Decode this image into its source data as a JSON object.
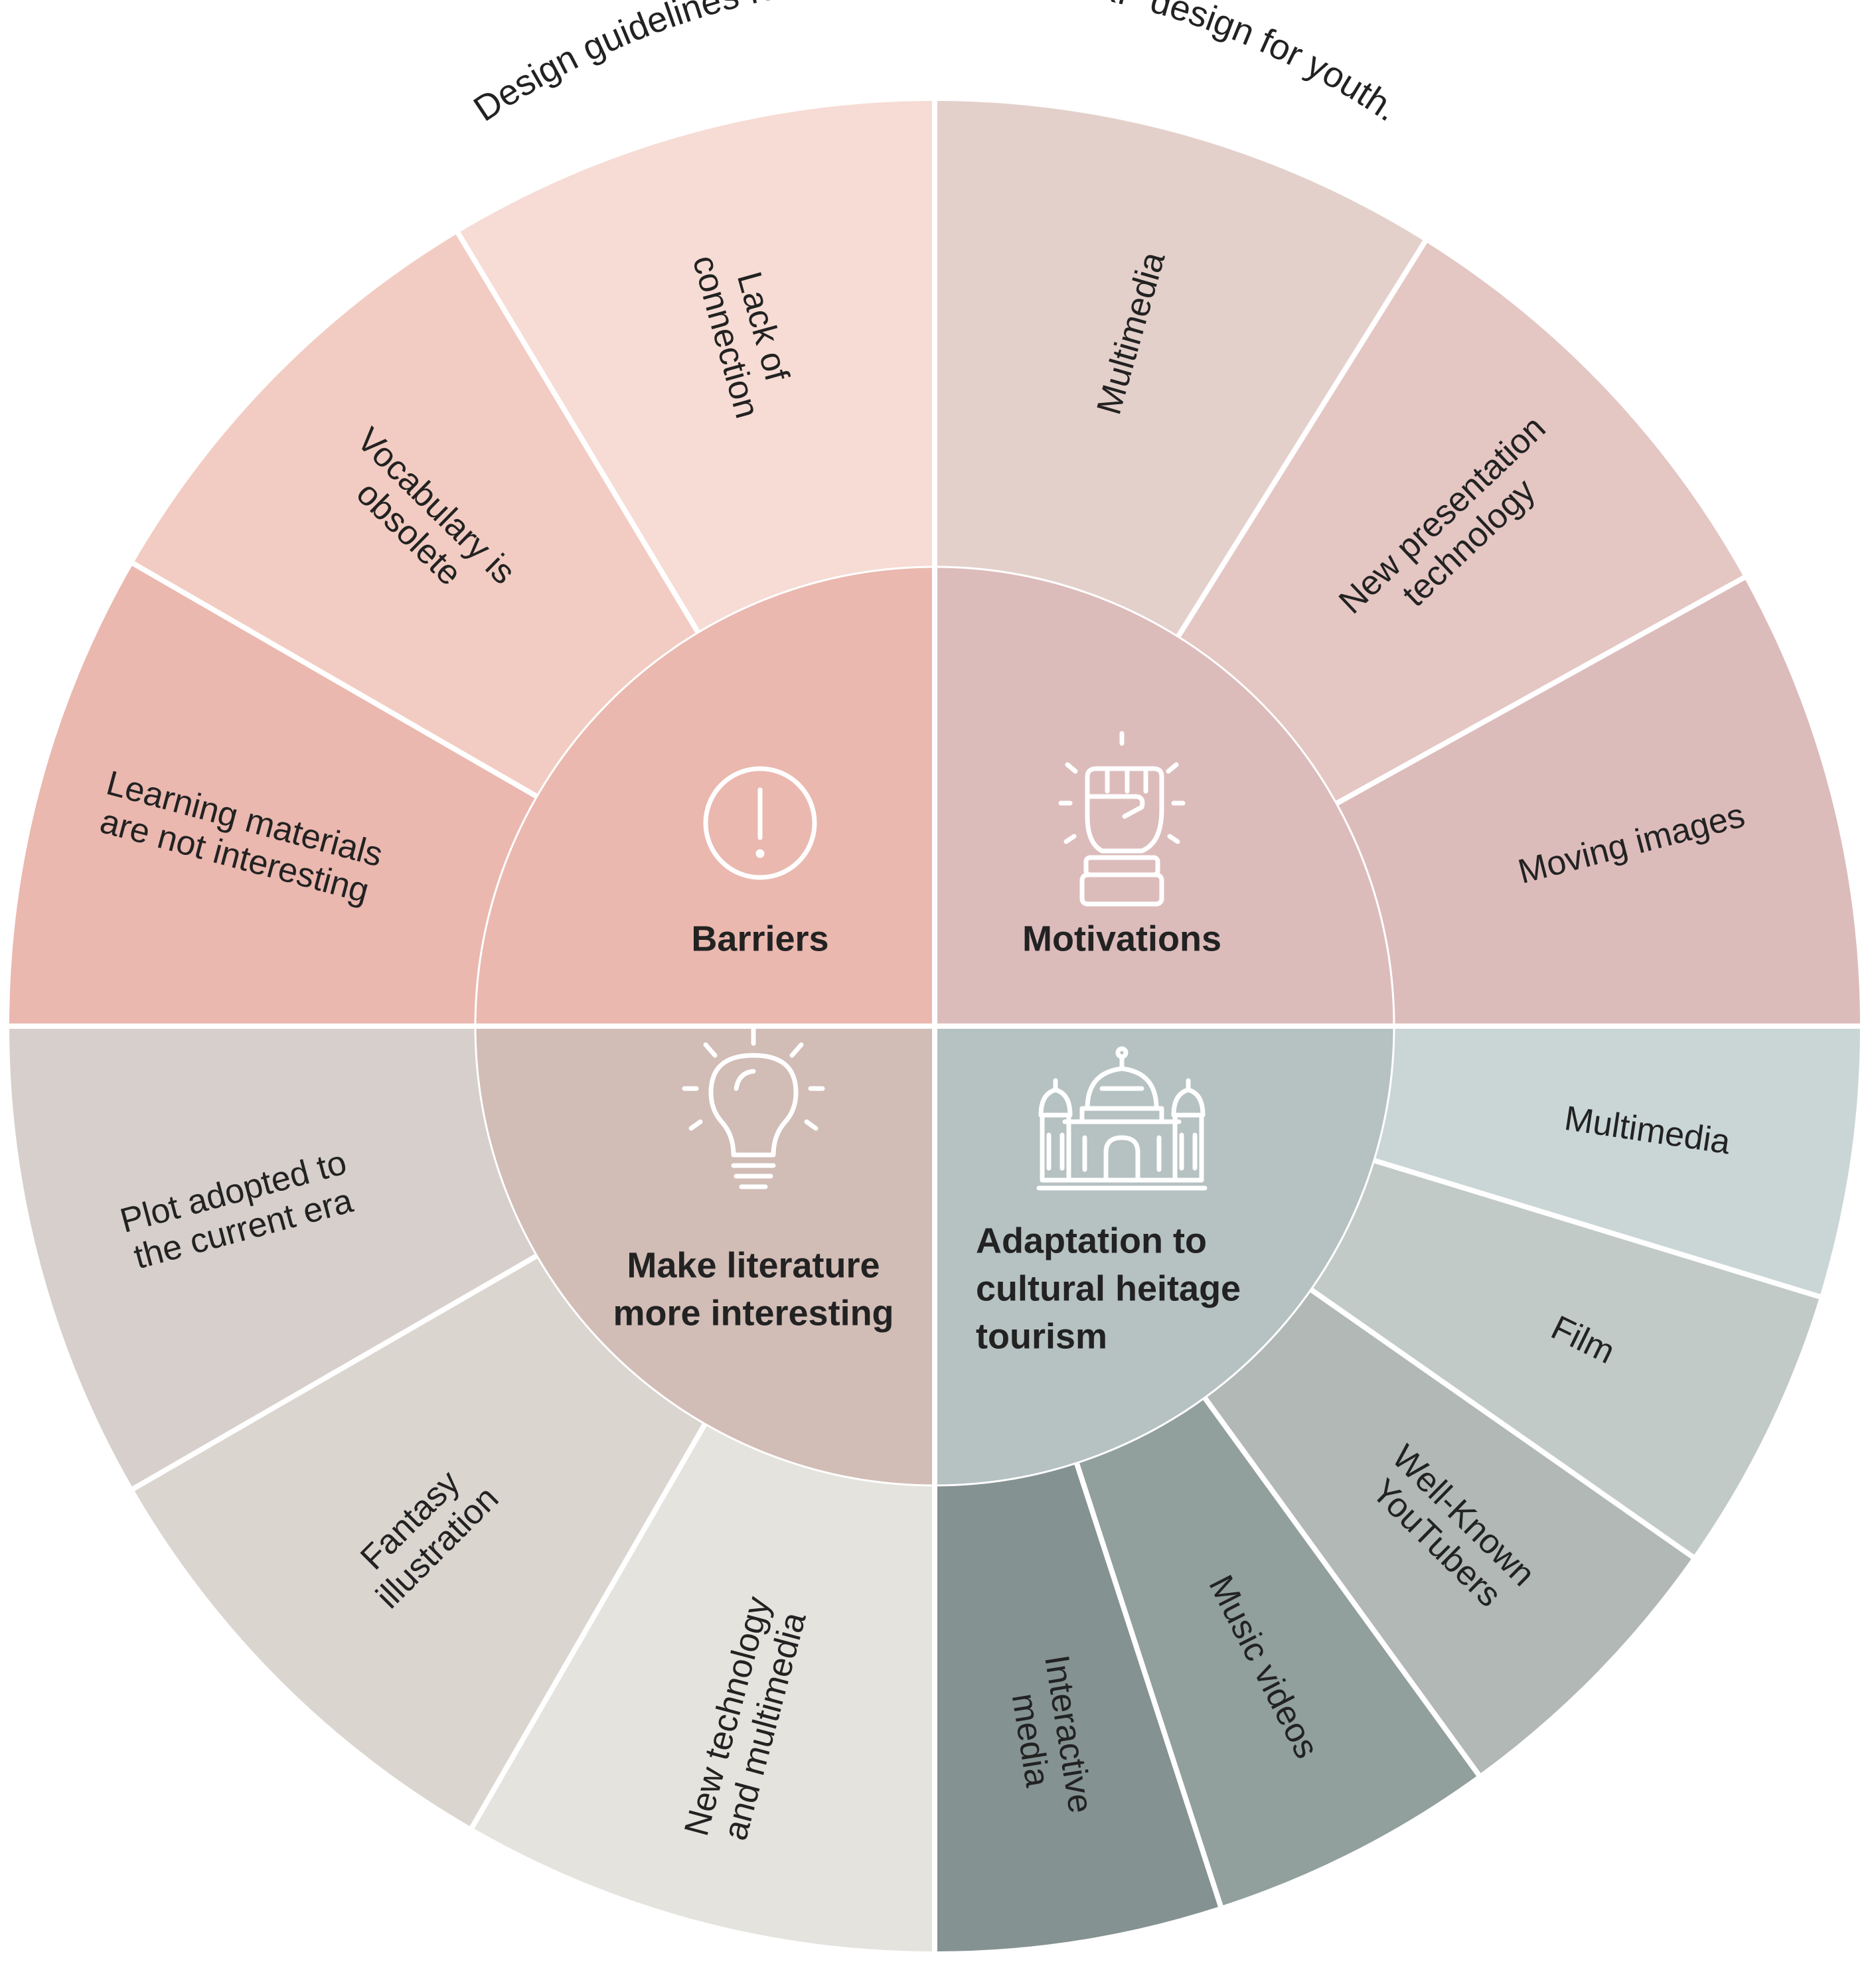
{
  "title": "Design guidelines for the multimedia KCKP design for youth.",
  "quadrants": [
    {
      "id": "barriers",
      "label": "Barriers",
      "icon": "exclamation-circle-icon",
      "color": "#EAB8AF",
      "items": [
        {
          "text": "Learning materials are not interesting",
          "lines": [
            "Learning materials",
            "are not interesting"
          ],
          "color": "#EAB8AF"
        },
        {
          "text": "Vocabulary is obsolete",
          "lines": [
            "Vocabulary is",
            "obsolete"
          ],
          "color": "#F2CCC2"
        },
        {
          "text": "Lack of connection",
          "lines": [
            "Lack of",
            "connection"
          ],
          "color": "#F6DCD4"
        }
      ]
    },
    {
      "id": "motivations",
      "label": "Motivations",
      "icon": "raised-fist-icon",
      "color": "#DCBCBB",
      "items": [
        {
          "text": "Multimedia",
          "lines": [
            "Multimedia"
          ],
          "color": "#E4D0CB"
        },
        {
          "text": "New presentation technology",
          "lines": [
            "New presentation",
            "technology"
          ],
          "color": "#E4C6C3"
        },
        {
          "text": "Moving images",
          "lines": [
            "Moving images"
          ],
          "color": "#DCBCBB"
        }
      ]
    },
    {
      "id": "adaptation",
      "label": "Adaptation to cultural heitage tourism",
      "label_lines": [
        "Adaptation to",
        "cultural heitage",
        "tourism"
      ],
      "icon": "palace-building-icon",
      "color": "#B6C1C1",
      "items": [
        {
          "text": "Multimedia",
          "lines": [
            "Multimedia"
          ],
          "color": "#CAD6D6"
        },
        {
          "text": "Film",
          "lines": [
            "Film"
          ],
          "color": "#C2CAC8"
        },
        {
          "text": "Well-Known YouTubers",
          "lines": [
            "Well-Known",
            "YouTubers"
          ],
          "color": "#B1B8B6"
        },
        {
          "text": "Music videos",
          "lines": [
            "Music videos"
          ],
          "color": "#919F9D"
        },
        {
          "text": "Interactive media",
          "lines": [
            "Interactive",
            "media"
          ],
          "color": "#849291"
        }
      ]
    },
    {
      "id": "literature",
      "label": "Make literature more interesting",
      "label_lines": [
        "Make literature",
        "more interesting"
      ],
      "icon": "lightbulb-icon",
      "color": "#D1BCB6",
      "items": [
        {
          "text": "Plot adopted to the current era",
          "lines": [
            "Plot adopted to",
            "the current era"
          ],
          "color": "#D6CFCC"
        },
        {
          "text": "Fantasy illustration",
          "lines": [
            "Fantasy",
            "illustration"
          ],
          "color": "#DBD5D0"
        },
        {
          "text": "New technology and multimedia",
          "lines": [
            "New technology",
            "and multimedia"
          ],
          "color": "#E4E3DD"
        }
      ]
    }
  ]
}
